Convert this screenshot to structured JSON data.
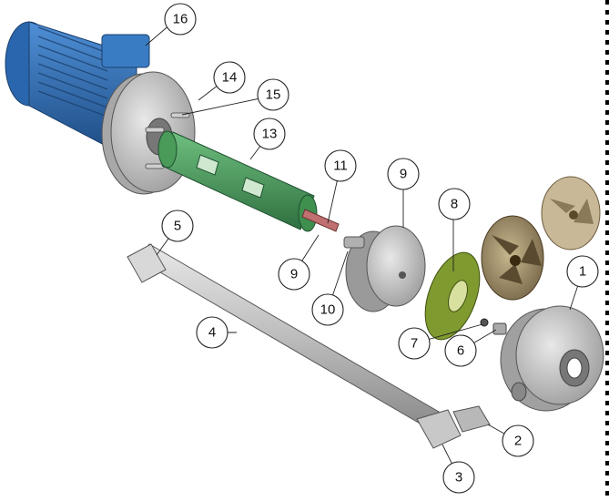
{
  "diagram": {
    "type": "exploded-view",
    "colors": {
      "motor": "#2f6fb5",
      "motor_dark": "#1f4f88",
      "flange": "#c9c9c9",
      "column_pipe": "#3f8f4f",
      "wear_plate": "#7f9a2f",
      "impeller": "#8a7a5c",
      "diffuser": "#b7a98c",
      "metal": "#bdbdbd"
    },
    "callouts": [
      {
        "id": "c1",
        "label": "1"
      },
      {
        "id": "c2",
        "label": "2"
      },
      {
        "id": "c3",
        "label": "3"
      },
      {
        "id": "c4",
        "label": "4"
      },
      {
        "id": "c5",
        "label": "5"
      },
      {
        "id": "c6",
        "label": "6"
      },
      {
        "id": "c7",
        "label": "7"
      },
      {
        "id": "c8",
        "label": "8"
      },
      {
        "id": "c9a",
        "label": "9"
      },
      {
        "id": "c9b",
        "label": "9"
      },
      {
        "id": "c10",
        "label": "10"
      },
      {
        "id": "c11",
        "label": "11"
      },
      {
        "id": "c13",
        "label": "13"
      },
      {
        "id": "c14",
        "label": "14"
      },
      {
        "id": "c15",
        "label": "15"
      },
      {
        "id": "c16",
        "label": "16"
      }
    ]
  }
}
